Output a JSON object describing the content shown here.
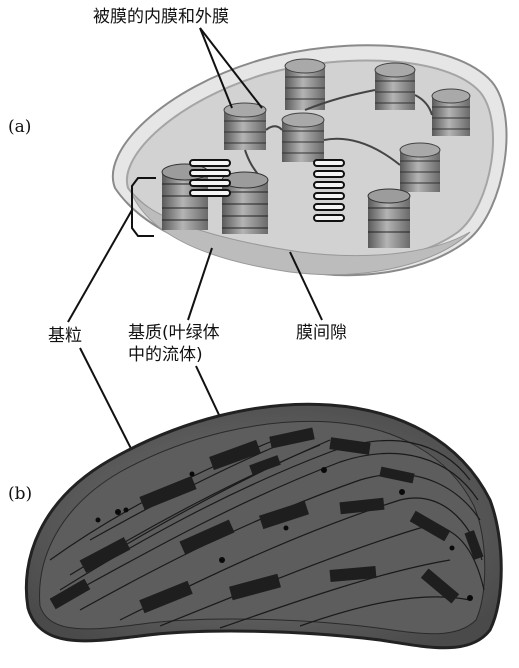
{
  "labels": {
    "envelope": "被膜的内膜和外膜",
    "grana": "基粒",
    "stroma_line1": "基质(叶绿体",
    "stroma_line2": "中的流体)",
    "intermembrane": "膜间隙",
    "panel_a": "(a)",
    "panel_b": "(b)"
  }
}
